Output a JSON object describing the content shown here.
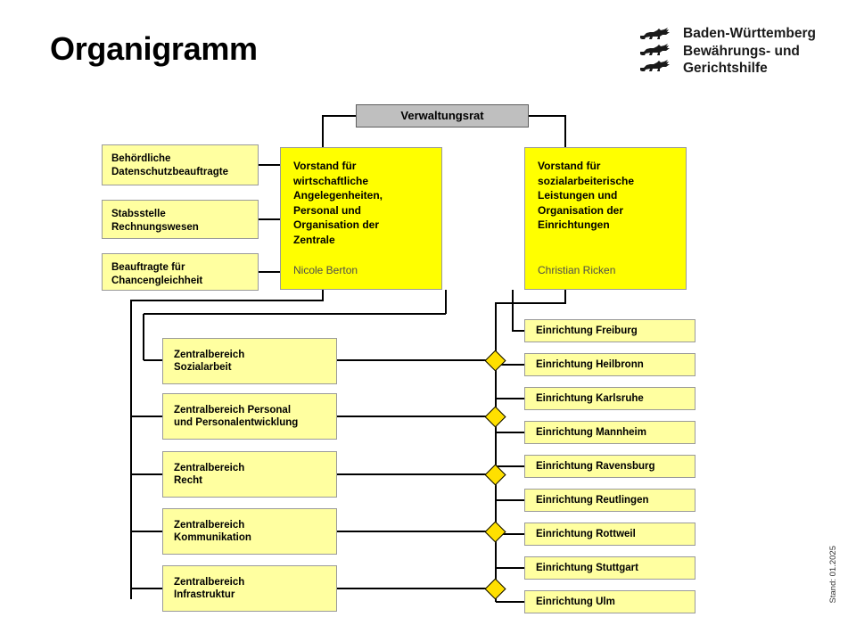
{
  "header": {
    "title": "Organigramm",
    "logo": {
      "icon": "baden-wuerttemberg-three-lions-icon",
      "line1": "Baden-Württemberg",
      "line2": "Bewährungs- und",
      "line3": "Gerichtshilfe"
    }
  },
  "footer": {
    "date_stamp": "Stand: 01.2025"
  },
  "colors": {
    "box_pale_yellow": "#ffffa0",
    "box_bright_yellow": "#ffff00",
    "box_gray": "#bfbfbf",
    "diamond_yellow": "#ffe000",
    "line": "#000000",
    "border": "#9a9a9a"
  },
  "chart": {
    "top": {
      "label": "Verwaltungsrat"
    },
    "staff_units": [
      {
        "label": "Behördliche\nDatenschutzbeauftragte"
      },
      {
        "label": "Stabsstelle\nRechnungswesen"
      },
      {
        "label": "Beauftragte für\nChancengleichheit"
      }
    ],
    "boards": [
      {
        "label": "Vorstand für\nwirtschaftliche\nAngelegenheiten,\nPersonal und\nOrganisation der\nZentrale",
        "person": "Nicole Berton"
      },
      {
        "label": "Vorstand für\nsozialarbeiterische\nLeistungen und\nOrganisation der\nEinrichtungen",
        "person": "Christian Ricken"
      }
    ],
    "central_units": [
      {
        "label": "Zentralbereich\nSozialarbeit"
      },
      {
        "label": "Zentralbereich Personal\nund Personalentwicklung"
      },
      {
        "label": "Zentralbereich\nRecht"
      },
      {
        "label": "Zentralbereich\nKommunikation"
      },
      {
        "label": "Zentralbereich\nInfrastruktur"
      }
    ],
    "facilities": [
      {
        "label": "Einrichtung Freiburg"
      },
      {
        "label": "Einrichtung Heilbronn"
      },
      {
        "label": "Einrichtung Karlsruhe"
      },
      {
        "label": "Einrichtung Mannheim"
      },
      {
        "label": "Einrichtung Ravensburg"
      },
      {
        "label": "Einrichtung Reutlingen"
      },
      {
        "label": "Einrichtung Rottweil"
      },
      {
        "label": "Einrichtung Stuttgart"
      },
      {
        "label": "Einrichtung Ulm"
      }
    ]
  }
}
